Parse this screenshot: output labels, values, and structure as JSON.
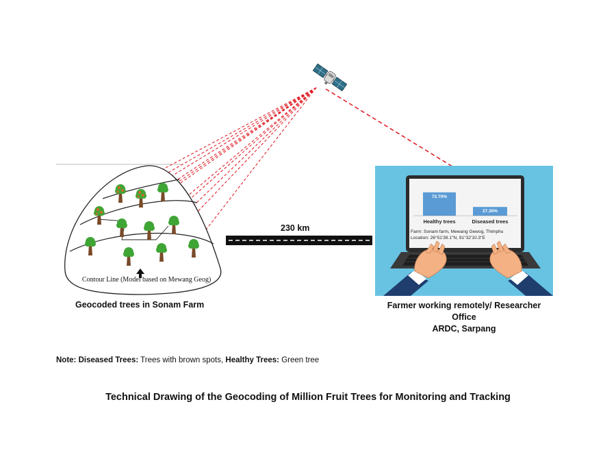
{
  "colors": {
    "healthy_tree": "#3fa535",
    "diseased_tree": "#d06b2a",
    "signal_line": "#e0222a",
    "office_bg": "#68c3e3",
    "bar_fill": "#5b9bd5"
  },
  "farm": {
    "caption": "Geocoded trees in Sonam Farm",
    "contour_label": "Contour Line (Model based on Mewang Geog)"
  },
  "link": {
    "distance": "230 km"
  },
  "office": {
    "caption_line1": "Farmer working remotely/ Researcher Office",
    "caption_line2": "ARDC, Sarpang",
    "screen": {
      "healthy_value": "72.70%",
      "diseased_value": "27.30%",
      "healthy_label": "Healthy trees",
      "diseased_label": "Diseased trees",
      "farm_text": "Farm: Sonam farm, Mewang Gewog, Thimphu",
      "location_text": "Location: 26°51'38.1\"N, 91°32'10.3\"E"
    }
  },
  "note": {
    "prefix": "Note: ",
    "diseased_term": "Diseased Trees:",
    "diseased_desc": " Trees with brown spots, ",
    "healthy_term": "Healthy Trees:",
    "healthy_desc": " Green tree"
  },
  "caption": "Technical Drawing of the Geocoding of Million Fruit Trees for Monitoring and Tracking",
  "chart_data": {
    "type": "bar",
    "categories": [
      "Healthy trees",
      "Diseased trees"
    ],
    "values": [
      72.7,
      27.3
    ],
    "ylim": [
      0,
      100
    ],
    "grid": false
  }
}
